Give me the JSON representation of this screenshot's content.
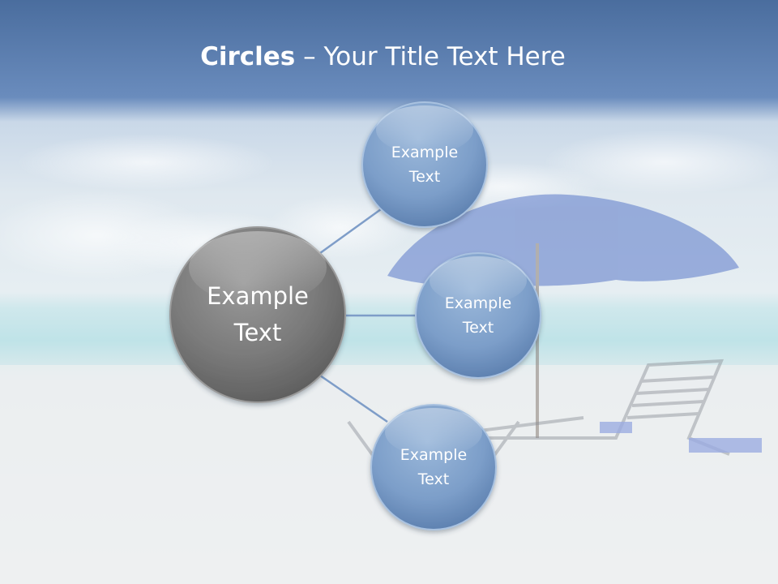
{
  "slide": {
    "title_bold": "Circles",
    "title_dash": " – ",
    "title_rest": "Your Title Text Here"
  },
  "diagram": {
    "center": {
      "text_line1": "Example",
      "text_line2": "Text",
      "color": "#7a7a7a"
    },
    "nodes": [
      {
        "text_line1": "Example",
        "text_line2": "Text"
      },
      {
        "text_line1": "Example",
        "text_line2": "Text"
      },
      {
        "text_line1": "Example",
        "text_line2": "Text"
      }
    ],
    "node_color": "#7c9ec9",
    "connector_color": "#7e9dc8"
  }
}
